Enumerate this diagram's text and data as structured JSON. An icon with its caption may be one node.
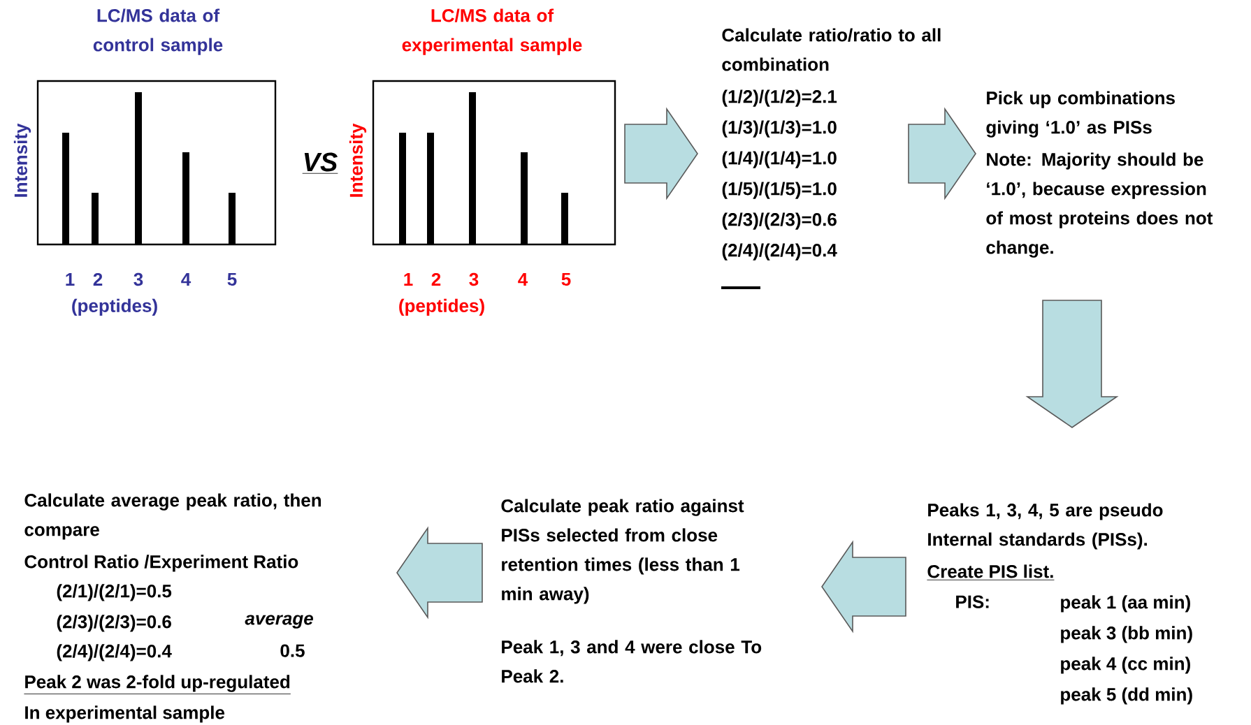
{
  "diagram": {
    "nodes": [
      {
        "text": [
          "LC/MS data of control sample"
        ],
        "beside": [
          "Intensity"
        ]
      },
      {
        "text": [
          "LC/MS data of experimental sample"
        ],
        "beside": [
          "Intensity"
        ]
      },
      {
        "text": [
          "Calculate ratio/ratio to all combination",
          "(1/2)/(1/2)=2.1",
          "(1/3)/(1/3)=1.0",
          "(1/4)/(1/4)=1.0",
          "(1/5)/(1/5)=1.0",
          "(2/3)/(2/3)=0.6",
          "(2/4)/(2/4)=0.4"
        ]
      },
      {
        "text": [
          "Pick up combinations giving ‘1.0’ as PISs",
          "Note:  Majority should be ‘1.0’, because expression of most proteins does not change."
        ]
      },
      {
        "text": [
          "Peaks 1, 3, 4, 5 are pseudo Internal standards (PISs).",
          "Create PIS list.",
          "PIS:",
          "peak 1 (aa min)",
          "peak 3 (bb min)",
          "peak 4 (cc min)",
          "peak 5 (dd min)"
        ]
      },
      {
        "text": [
          "Calculate peak ratio against PISs selected from close retention times (less than 1 min away)",
          "Peak 1, 3 and 4 were close To Peak 2."
        ]
      },
      {
        "text": [
          "Calculate average peak ratio, then compare",
          "Control Ratio /Experiment Ratio",
          "(2/1)/(2/1)=0.5",
          "(2/3)/(2/3)=0.6",
          "(2/4)/(2/4)=0.4",
          "average",
          "0.5",
          "Peak 2 was 2-fold up-regulated",
          "In experimental sample"
        ]
      }
    ],
    "edges": [
      {
        "from": 1,
        "to": 2,
        "arrow": "to"
      },
      {
        "from": 2,
        "to": 3,
        "arrow": "to"
      },
      {
        "from": 3,
        "to": 4,
        "arrow": "to"
      },
      {
        "from": 4,
        "to": 5,
        "arrow": "to"
      },
      {
        "from": 5,
        "to": 6,
        "arrow": "to"
      }
    ],
    "labels": [
      "1",
      "2",
      "3",
      "4",
      "5",
      "(peptides)",
      "VS",
      "1",
      "2",
      "3",
      "4",
      "5",
      "(peptides)"
    ]
  }
}
